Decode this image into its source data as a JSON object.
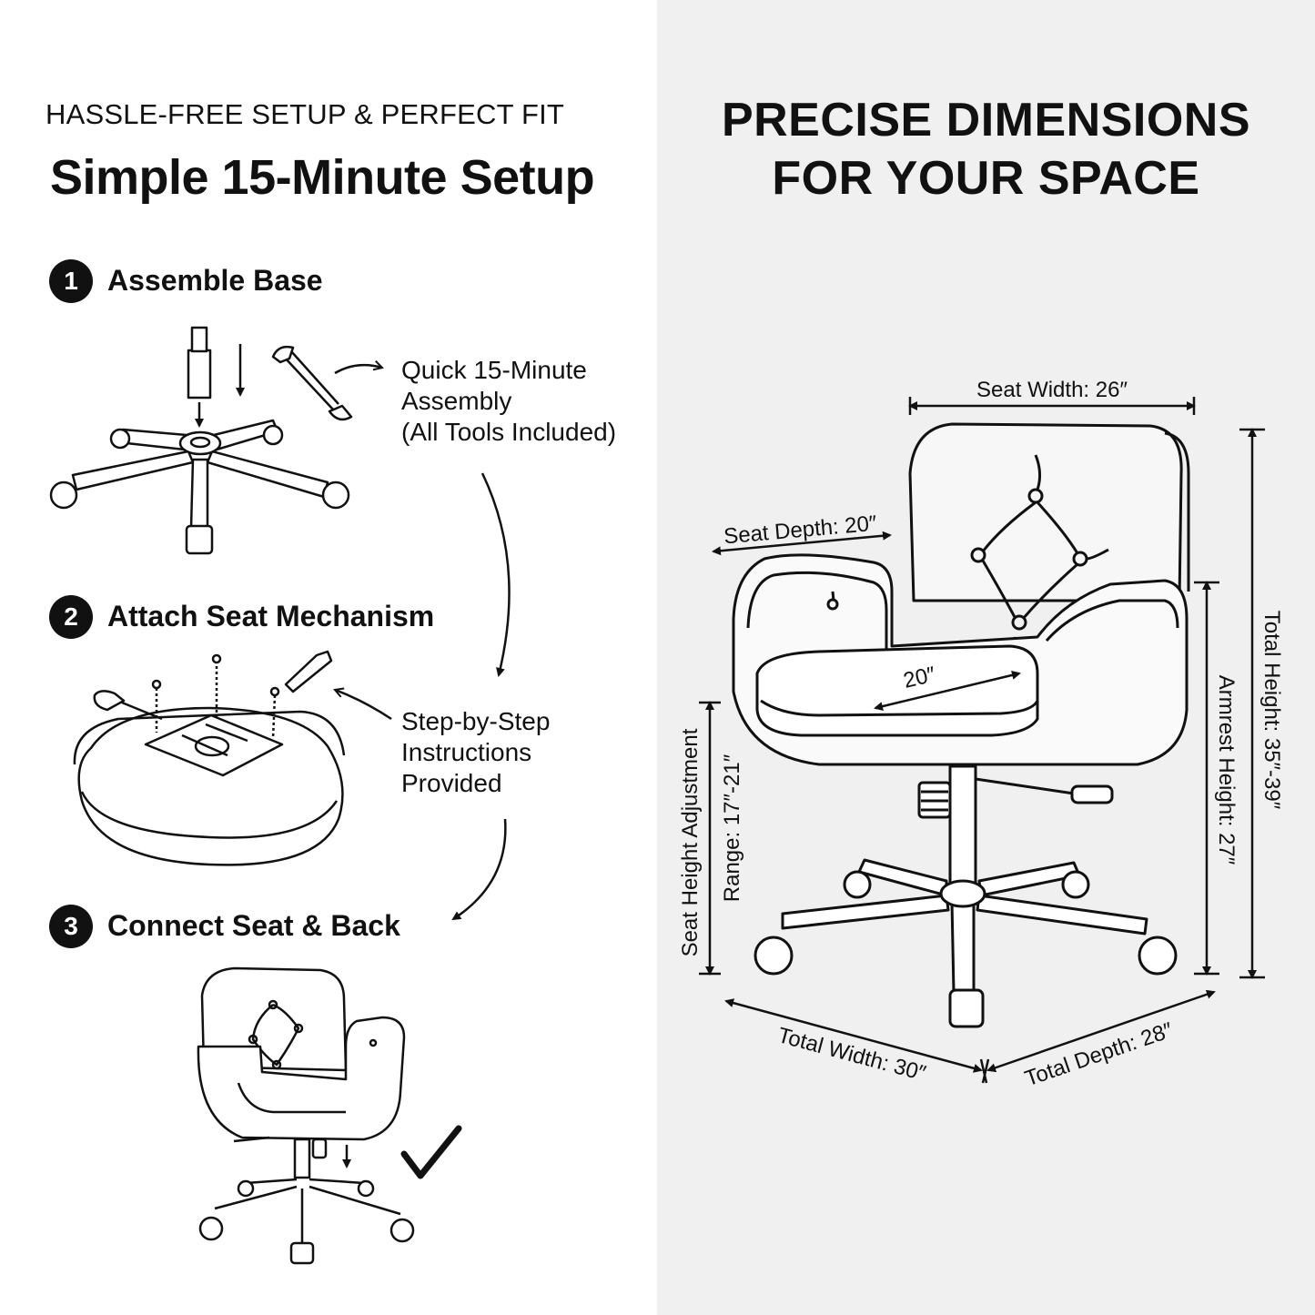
{
  "left_panel": {
    "eyebrow": "HASSLE-FREE SETUP & PERFECT FIT",
    "headline": "Simple 15-Minute Setup",
    "steps": [
      {
        "number": "1",
        "title": "Assemble Base"
      },
      {
        "number": "2",
        "title": "Attach Seat Mechanism"
      },
      {
        "number": "3",
        "title": "Connect Seat & Back"
      }
    ],
    "notes": {
      "assembly": [
        "Quick 15-Minute",
        "Assembly",
        "(All Tools Included)"
      ],
      "instructions": [
        "Step-by-Step",
        "Instructions",
        "Provided"
      ]
    }
  },
  "right_panel": {
    "title_line1": "PRECISE DIMENSIONS",
    "title_line2": "FOR YOUR SPACE",
    "dimensions": {
      "seat_width": "Seat Width: 26″",
      "seat_depth": "Seat Depth: 20″",
      "seat_inner": "20″",
      "total_height": "Total Height: 35″-39″",
      "armrest_height": "Armrest Height: 27″",
      "seat_height_adjustment": "Seat Height Adjustment",
      "seat_height_range": "Range: 17″-21″",
      "total_width": "Total Width: 30″",
      "total_depth": "Total Depth: 28″"
    }
  },
  "colors": {
    "left_bg": "#ffffff",
    "right_bg": "#f0f0f0",
    "ink": "#111111"
  }
}
